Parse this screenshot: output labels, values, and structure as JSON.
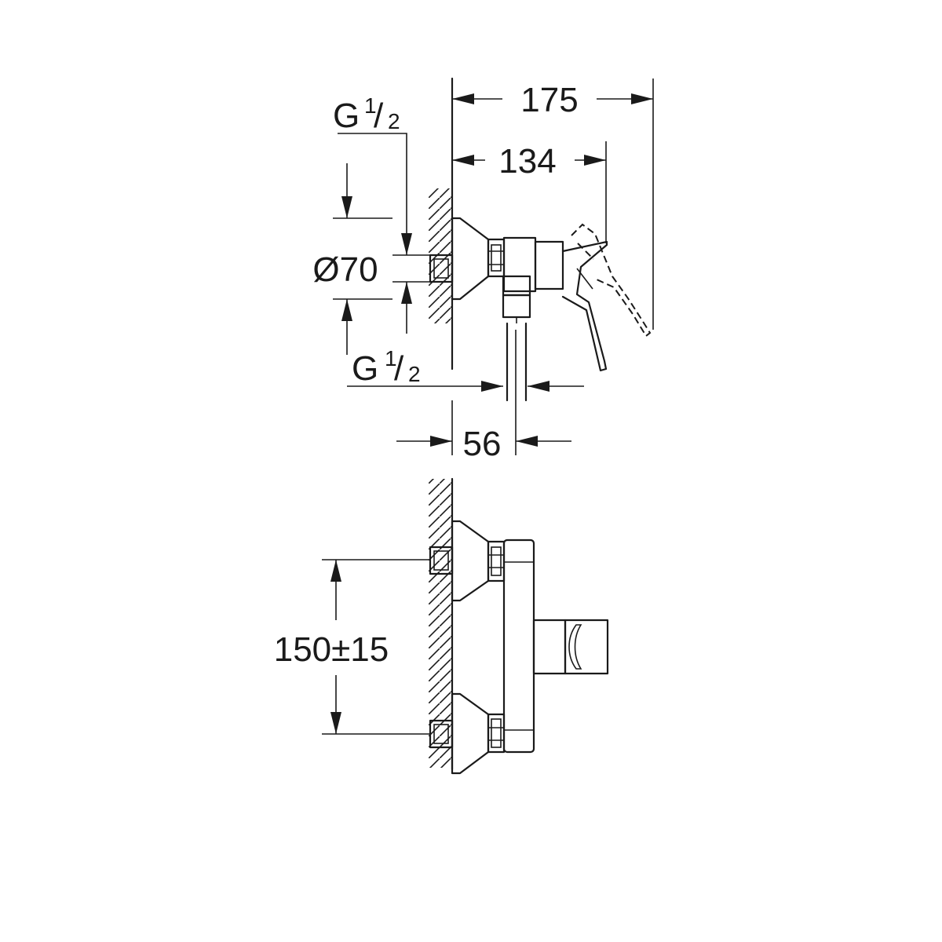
{
  "side_view": {
    "dim_total_depth": "175",
    "dim_lever_depth": "134",
    "dim_rosette_diameter": "Ø70",
    "dim_outlet_offset": "56",
    "thread_top": {
      "letter": "G",
      "numerator": "1",
      "denominator": "2"
    },
    "thread_bottom": {
      "letter": "G",
      "numerator": "1",
      "denominator": "2"
    }
  },
  "front_view": {
    "dim_inlet_spacing": "150±15"
  }
}
